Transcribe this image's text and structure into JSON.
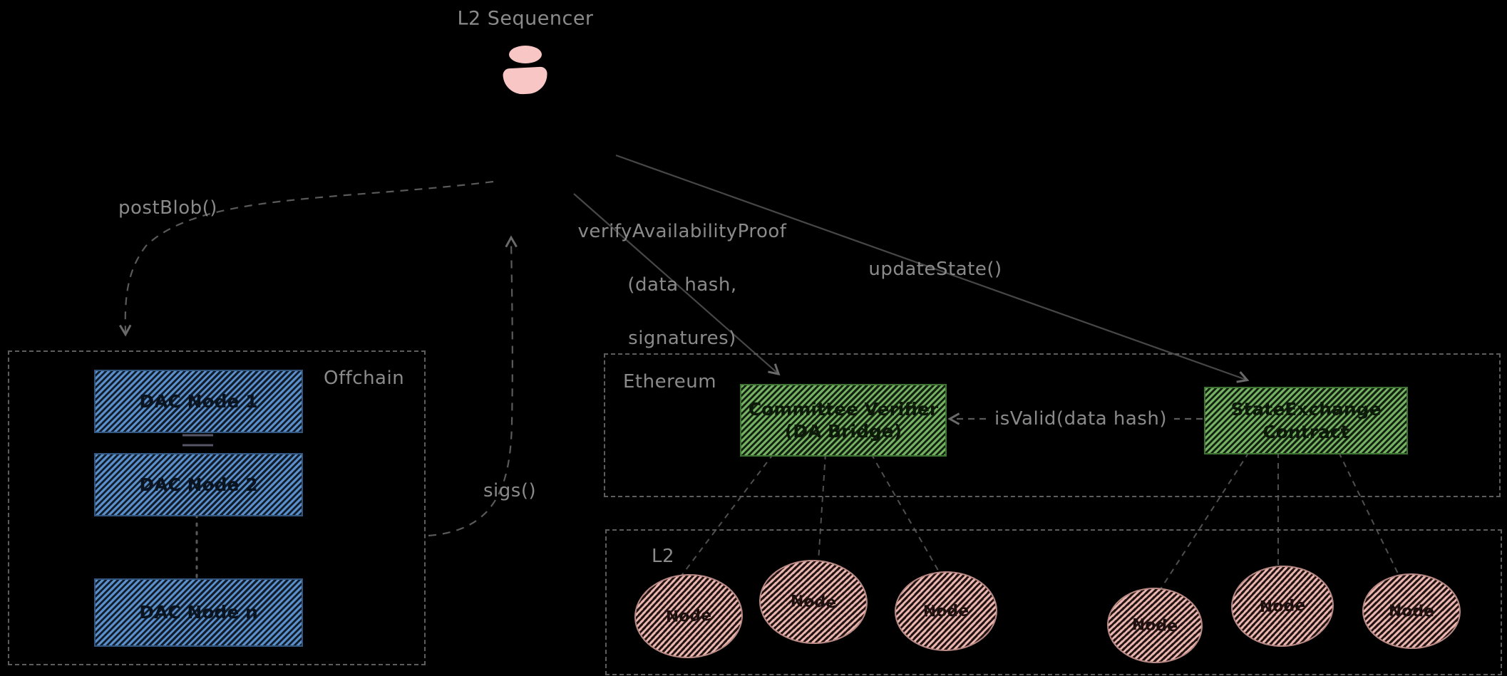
{
  "title": {
    "label": "L2 Sequencer"
  },
  "arrows": {
    "post_blob": "postBlob()",
    "sigs": "sigs()",
    "verify": [
      "verifyAvailabilityProof",
      "(data hash,",
      "signatures)"
    ],
    "update_state": "updateState()",
    "is_valid": "isValid(data hash)"
  },
  "offchain": {
    "label": "Offchain",
    "dac_nodes": [
      {
        "label": "DAC Node 1"
      },
      {
        "label": "DAC Node 2"
      },
      {
        "label": "DAC Node n"
      }
    ]
  },
  "ethereum": {
    "label": "Ethereum",
    "committee_verifier": {
      "line1": "Committee Verifier",
      "line2": "(DA Bridge)"
    },
    "state_contract": {
      "line1": "StateExchange",
      "line2": "Contract"
    }
  },
  "l2": {
    "label": "L2",
    "nodes": [
      {
        "label": "Node"
      },
      {
        "label": "Node"
      },
      {
        "label": "Node"
      },
      {
        "label": "Node"
      },
      {
        "label": "Node"
      },
      {
        "label": "Node"
      }
    ]
  },
  "colors": {
    "background": "#000000",
    "label_text": "#8a8a8a",
    "blue_fill": "#5b8fc9",
    "green_fill": "#74b163",
    "pink_fill": "#e9b6af",
    "sequencer_icon_pink": "#f9c6c6"
  }
}
